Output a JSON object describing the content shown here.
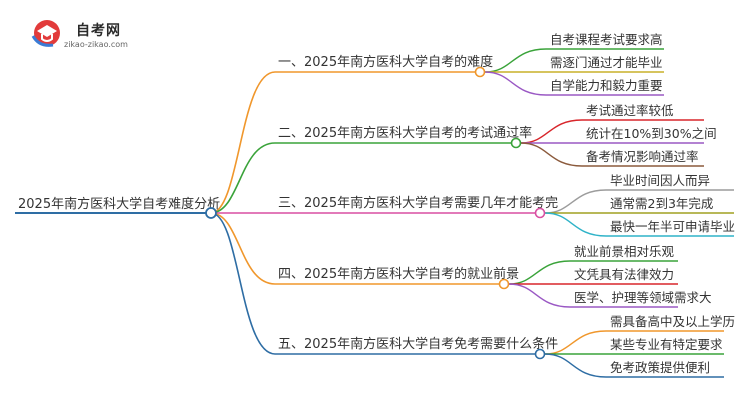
{
  "logo": {
    "name": "自考网",
    "url": "zikao-zikao.com",
    "icon": "graduation-cap-icon"
  },
  "root": {
    "label": "2025年南方医科大学自考难度分析",
    "color": "#2e6da4"
  },
  "branches": [
    {
      "label": "一、2025年南方医科大学自考的难度",
      "color": "#f0972c",
      "leaves": [
        {
          "label": "自考课程考试要求高",
          "color": "#3aa33a"
        },
        {
          "label": "需逐门通过才能毕业",
          "color": "#c9b128"
        },
        {
          "label": "自学能力和毅力重要",
          "color": "#9a58c4"
        }
      ]
    },
    {
      "label": "二、2025年南方医科大学自考的考试通过率",
      "color": "#3aa33a",
      "leaves": [
        {
          "label": "考试通过率较低",
          "color": "#d8262b"
        },
        {
          "label": "统计在10%到30%之间",
          "color": "#9a58c4"
        },
        {
          "label": "备考情况影响通过率",
          "color": "#8b5a3c"
        }
      ]
    },
    {
      "label": "三、2025年南方医科大学自考需要几年才能考完",
      "color": "#d94fa2",
      "leaves": [
        {
          "label": "毕业时间因人而异",
          "color": "#9c9c9c"
        },
        {
          "label": "通常需2到3年完成",
          "color": "#a0a020"
        },
        {
          "label": "最快一年半可申请毕业",
          "color": "#2fb3c8"
        }
      ]
    },
    {
      "label": "四、2025年南方医科大学自考的就业前景",
      "color": "#f0972c",
      "leaves": [
        {
          "label": "就业前景相对乐观",
          "color": "#3aa33a"
        },
        {
          "label": "文凭具有法律效力",
          "color": "#d8262b"
        },
        {
          "label": "医学、护理等领域需求大",
          "color": "#9a58c4"
        }
      ]
    },
    {
      "label": "五、2025年南方医科大学自考免考需要什么条件",
      "color": "#2e6da4",
      "leaves": [
        {
          "label": "需具备高中及以上学历",
          "color": "#f0972c"
        },
        {
          "label": "某些专业有特定要求",
          "color": "#3aa33a"
        },
        {
          "label": "免考政策提供便利",
          "color": "#2e6da4"
        }
      ]
    }
  ]
}
